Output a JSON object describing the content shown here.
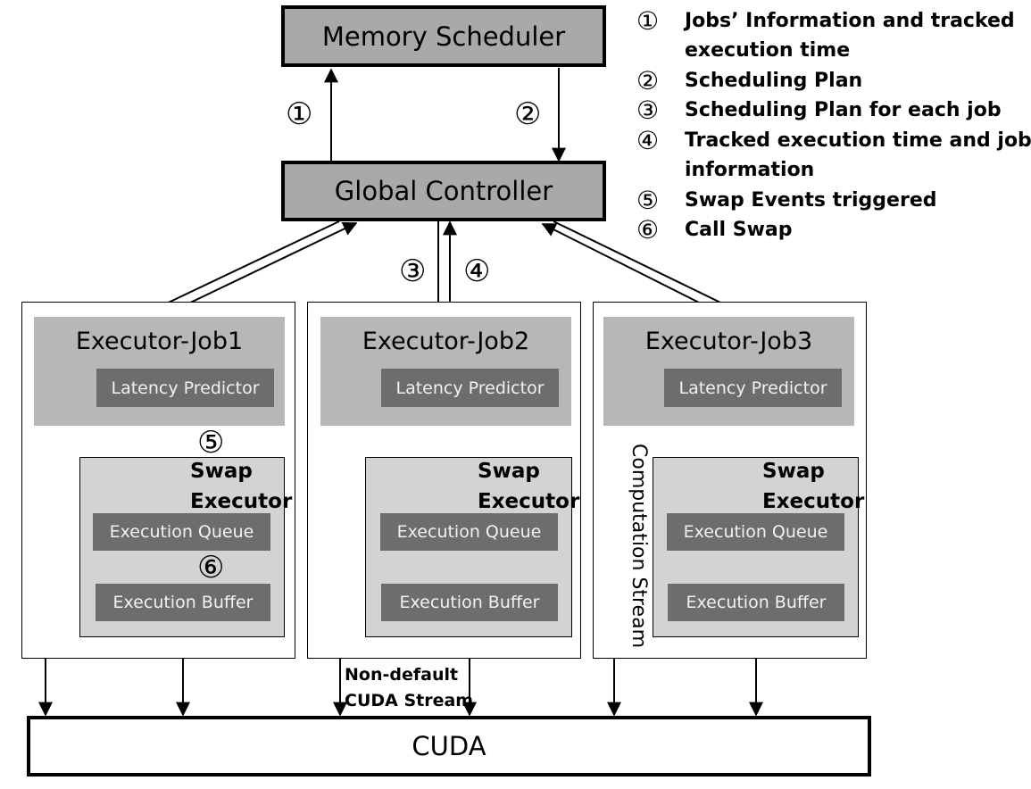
{
  "memory_scheduler": "Memory Scheduler",
  "global_controller": "Global Controller",
  "cuda": "CUDA",
  "executors": [
    {
      "title": "Executor-Job1",
      "latency": "Latency Predictor",
      "swap": [
        "Swap",
        "Executor"
      ],
      "queue": "Execution Queue",
      "buffer": "Execution Buffer"
    },
    {
      "title": "Executor-Job2",
      "latency": "Latency Predictor",
      "swap": [
        "Swap",
        "Executor"
      ],
      "queue": "Execution Queue",
      "buffer": "Execution Buffer"
    },
    {
      "title": "Executor-Job3",
      "latency": "Latency Predictor",
      "swap": [
        "Swap",
        "Executor"
      ],
      "queue": "Execution Queue",
      "buffer": "Execution Buffer"
    }
  ],
  "arrow_labels": {
    "a1": "①",
    "a2": "②",
    "a3": "③",
    "a4": "④",
    "a5": "⑤",
    "a6": "⑥"
  },
  "stream_labels": {
    "non_default": [
      "Non-default",
      "CUDA Stream"
    ],
    "computation": "Computation Stream"
  },
  "legend": [
    {
      "num": "①",
      "lines": [
        "Jobs’ Information and tracked",
        "execution time"
      ]
    },
    {
      "num": "②",
      "lines": [
        "Scheduling Plan"
      ]
    },
    {
      "num": "③",
      "lines": [
        "Scheduling Plan for each job"
      ]
    },
    {
      "num": "④",
      "lines": [
        "Tracked execution time and jobs’",
        "information"
      ]
    },
    {
      "num": "⑤",
      "lines": [
        "Swap Events triggered"
      ]
    },
    {
      "num": "⑥",
      "lines": [
        "Call Swap"
      ]
    }
  ]
}
